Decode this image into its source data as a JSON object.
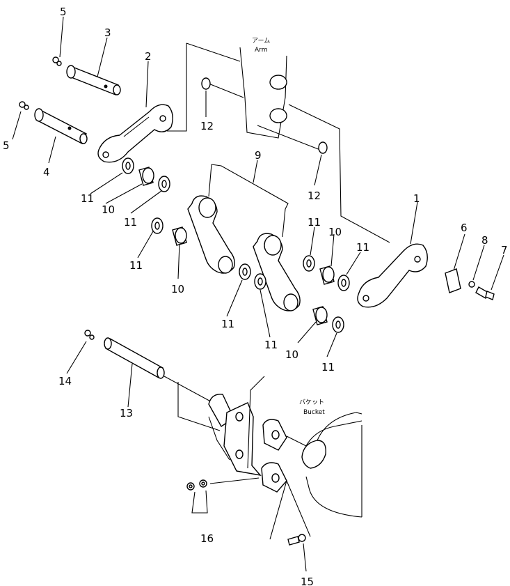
{
  "captions": {
    "arm_jp": "アーム",
    "arm_en": "Arm",
    "bucket_jp": "バケット",
    "bucket_en": "Bucket"
  },
  "callouts": {
    "c1": "1",
    "c2": "2",
    "c3": "3",
    "c4": "4",
    "c5a": "5",
    "c5b": "5",
    "c6": "6",
    "c7": "7",
    "c8": "8",
    "c9": "9",
    "c10a": "10",
    "c10b": "10",
    "c10c": "10",
    "c10d": "10",
    "c11a": "11",
    "c11b": "11",
    "c11c": "11",
    "c11d": "11",
    "c11e": "11",
    "c11f": "11",
    "c11g": "11",
    "c11h": "11",
    "c12a": "12",
    "c12b": "12",
    "c13": "13",
    "c14": "14",
    "c15": "15",
    "c16": "16"
  }
}
